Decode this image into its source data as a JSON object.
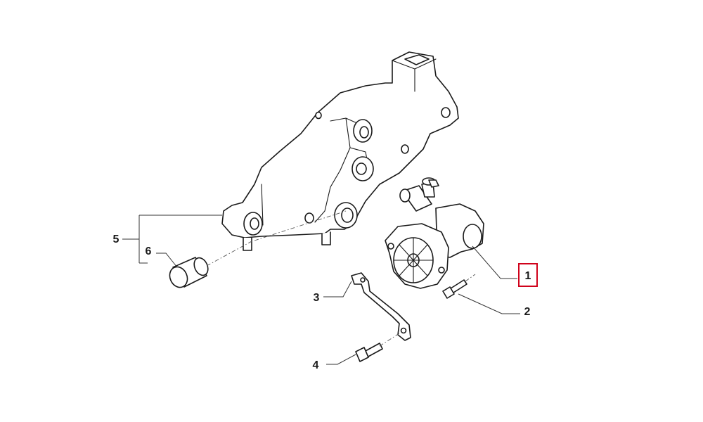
{
  "callouts": [
    {
      "id": "1",
      "highlighted": true
    },
    {
      "id": "2",
      "highlighted": false
    },
    {
      "id": "3",
      "highlighted": false
    },
    {
      "id": "4",
      "highlighted": false
    },
    {
      "id": "5",
      "highlighted": false
    },
    {
      "id": "6",
      "highlighted": false
    }
  ],
  "colors": {
    "line": "#1a1a1a",
    "highlight": "#d0021b",
    "background": "#ffffff"
  }
}
